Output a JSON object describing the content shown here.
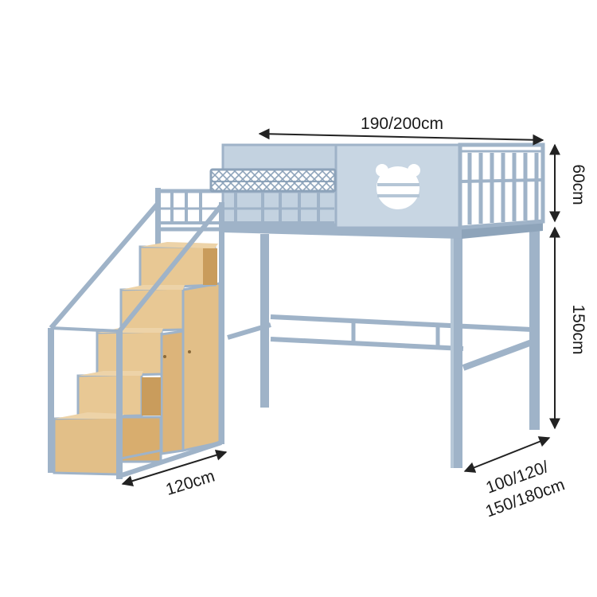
{
  "dimensions": {
    "length": "190/200cm",
    "rail_height": "60cm",
    "clearance_height": "150cm",
    "width_line1": "100/120/",
    "width_line2": "150/180cm",
    "stair_width": "120cm"
  },
  "colors": {
    "frame": "#9fb3c8",
    "frame_dark": "#7f97ae",
    "panel": "#c3d2e0",
    "panel_light": "#d4e0eb",
    "wood": "#e2bf88",
    "wood_dark": "#c99c5c",
    "wood_light": "#edd3a8",
    "dimension_line": "#222222"
  },
  "icons": [
    "bear-cutout-icon"
  ]
}
